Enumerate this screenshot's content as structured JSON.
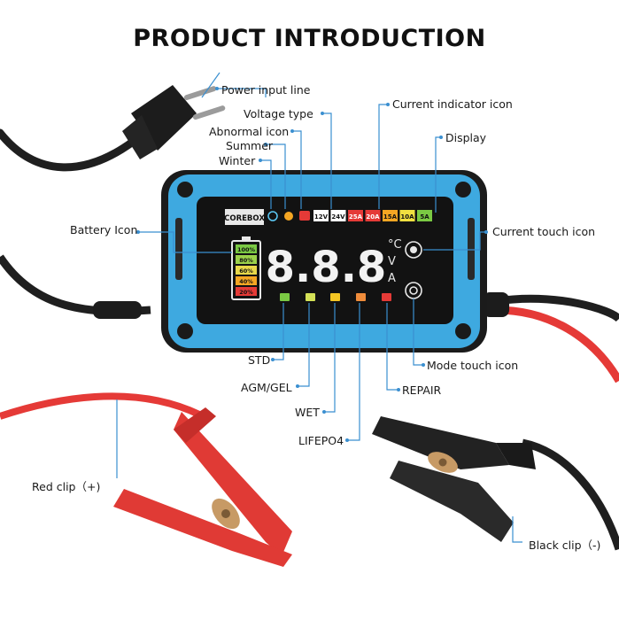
{
  "title": "PRODUCT INTRODUCTION",
  "labels": {
    "power_input_line": "Power input line",
    "voltage_type": "Voltage type",
    "abnormal_icon": "Abnormal icon",
    "summer": "Summer",
    "winter": "Winter",
    "current_indicator_icon": "Current indicator icon",
    "display": "Display",
    "battery_icon": "Battery Icon",
    "current_touch_icon": "Current touch icon",
    "std": "STD",
    "agm_gel": "AGM/GEL",
    "wet": "WET",
    "lifepo4": "LIFEPO4",
    "repair": "REPAIR",
    "mode_touch_icon": "Mode touch icon",
    "red_clip": "Red clip（+)",
    "black_clip": "Black clip（-)"
  },
  "device": {
    "brand": "COREBOX",
    "digits": "8.8.8",
    "unit_celsius": "°C",
    "unit_volt": "V",
    "unit_amp": "A",
    "voltage_tags": [
      "12V",
      "24V"
    ],
    "current_tags": [
      "25A",
      "20A",
      "15A",
      "10A",
      "5A"
    ],
    "battery_levels": [
      "100%",
      "80%",
      "60%",
      "40%",
      "20%"
    ]
  },
  "colors": {
    "housing": "#3ea9e0",
    "screen": "#121212",
    "leader_line": "#3a8fd0",
    "red_cable": "#e53a37",
    "black_cable": "#1f1f1f"
  }
}
